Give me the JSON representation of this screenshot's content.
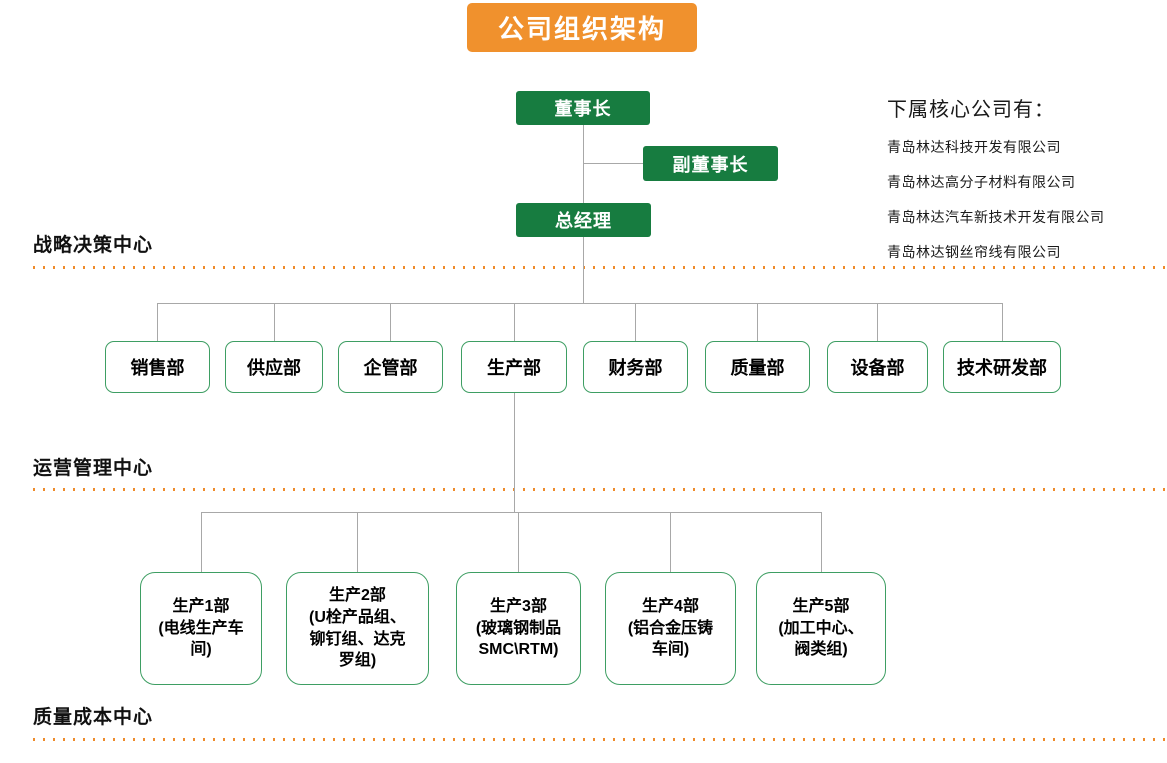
{
  "title": "公司组织架构",
  "executives": {
    "chairman": "董事长",
    "vice_chairman": "副董事长",
    "general_manager": "总经理"
  },
  "subsidiaries": {
    "heading": "下属核心公司有：",
    "items": [
      "青岛林达科技开发有限公司",
      "青岛林达高分子材料有限公司",
      "青岛林达汽车新技术开发有限公司",
      "青岛林达钢丝帘线有限公司"
    ]
  },
  "sections": {
    "strategic": "战略决策中心",
    "operations": "运营管理中心",
    "quality": "质量成本中心"
  },
  "departments": [
    "销售部",
    "供应部",
    "企管部",
    "生产部",
    "财务部",
    "质量部",
    "设备部",
    "技术研发部"
  ],
  "production_units": [
    "生产1部\n(电线生产车\n间)",
    "生产2部\n(U栓产品组、\n铆钉组、达克\n罗组)",
    "生产3部\n(玻璃钢制品\nSMC\\RTM)",
    "生产4部\n(铝合金压铸\n车间)",
    "生产5部\n(加工中心、\n阀类组)"
  ],
  "colors": {
    "node_green": "#177C40",
    "outline_green": "#3E9E63",
    "banner_orange": "#F0912D",
    "dot_orange": "#EF8B2A",
    "connector_gray": "#A8A8A8"
  }
}
